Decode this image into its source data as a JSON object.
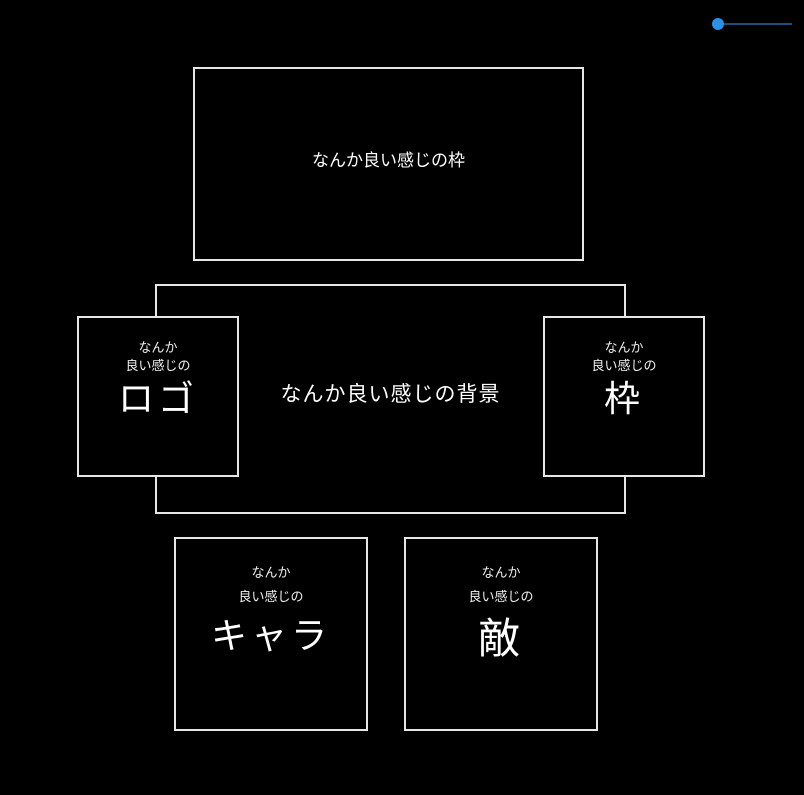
{
  "slider": {
    "value_percent": 0,
    "thumb_color": "#2b90e6",
    "track_color": "#1c4f7e"
  },
  "frame_box": {
    "label": "なんか良い感じの枠"
  },
  "background_box": {
    "label": "なんか良い感じの背景"
  },
  "logo_box": {
    "line1": "なんか",
    "line2": "良い感じの",
    "title": "ロゴ"
  },
  "waku_box": {
    "line1": "なんか",
    "line2": "良い感じの",
    "title": "枠"
  },
  "chara_box": {
    "line1": "なんか",
    "line2": "良い感じの",
    "title": "キャラ"
  },
  "enemy_box": {
    "line1": "なんか",
    "line2": "良い感じの",
    "title": "敵"
  }
}
